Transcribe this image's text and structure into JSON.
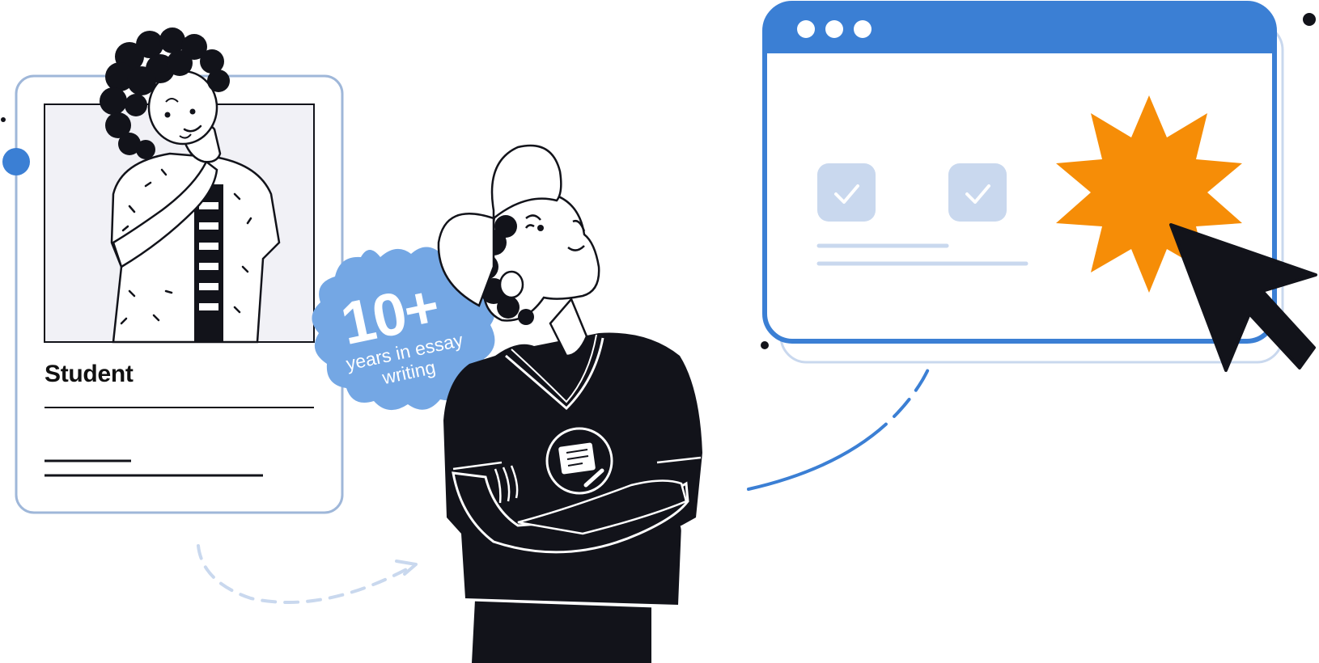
{
  "student_card": {
    "title": "Student"
  },
  "experience_badge": {
    "number": "10+",
    "caption": "years in essay writing"
  },
  "colors": {
    "accent_blue": "#3b7fd4",
    "badge_blue": "#74a7e4",
    "light_blue": "#c9d8ee",
    "card_border": "#9fb7d9",
    "starburst_orange": "#f68d07",
    "ink": "#12131a"
  },
  "icons": {
    "cursor": "arrow-cursor-icon",
    "check": "check-icon",
    "burst": "starburst-icon",
    "notes": "notepad-pencil-icon"
  }
}
